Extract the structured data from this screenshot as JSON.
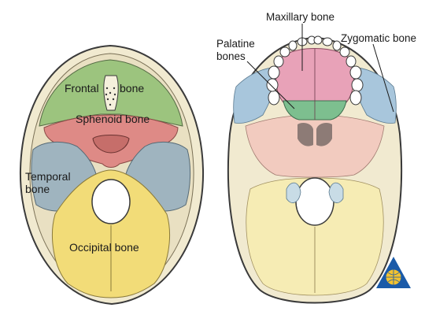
{
  "colors": {
    "frontal": "#9cc47e",
    "sphenoid": "#de8a86",
    "temporal": "#9fb4bf",
    "occipital": "#f2dc78",
    "maxillary": "#e8a2b8",
    "palatine": "#7dbf8f",
    "zygomatic": "#a8c6dc",
    "bone_base": "#f1ead0",
    "outline": "#3a3a3a"
  },
  "left_view": {
    "labels": {
      "frontal": "Frontal",
      "frontal_bone_word": "bone",
      "sphenoid": "Sphenoid bone",
      "temporal_line1": "Temporal",
      "temporal_line2": "bone",
      "occipital": "Occipital bone"
    }
  },
  "right_view": {
    "labels": {
      "maxillary": "Maxillary bone",
      "palatine_line1": "Palatine",
      "palatine_line2": "bones",
      "zygomatic": "Zygomatic bone"
    }
  },
  "logo_icon": "globe-triangle-logo"
}
